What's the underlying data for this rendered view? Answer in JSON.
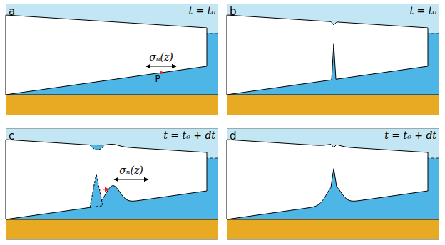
{
  "diagram": {
    "labels": [
      "a",
      "t = t₀",
      "σₙ(z)",
      "P",
      "b",
      "t = t₀",
      "c",
      "t = t₀ + dt",
      "σₙ(z)",
      "d",
      "t = t₀ + dt"
    ]
  }
}
